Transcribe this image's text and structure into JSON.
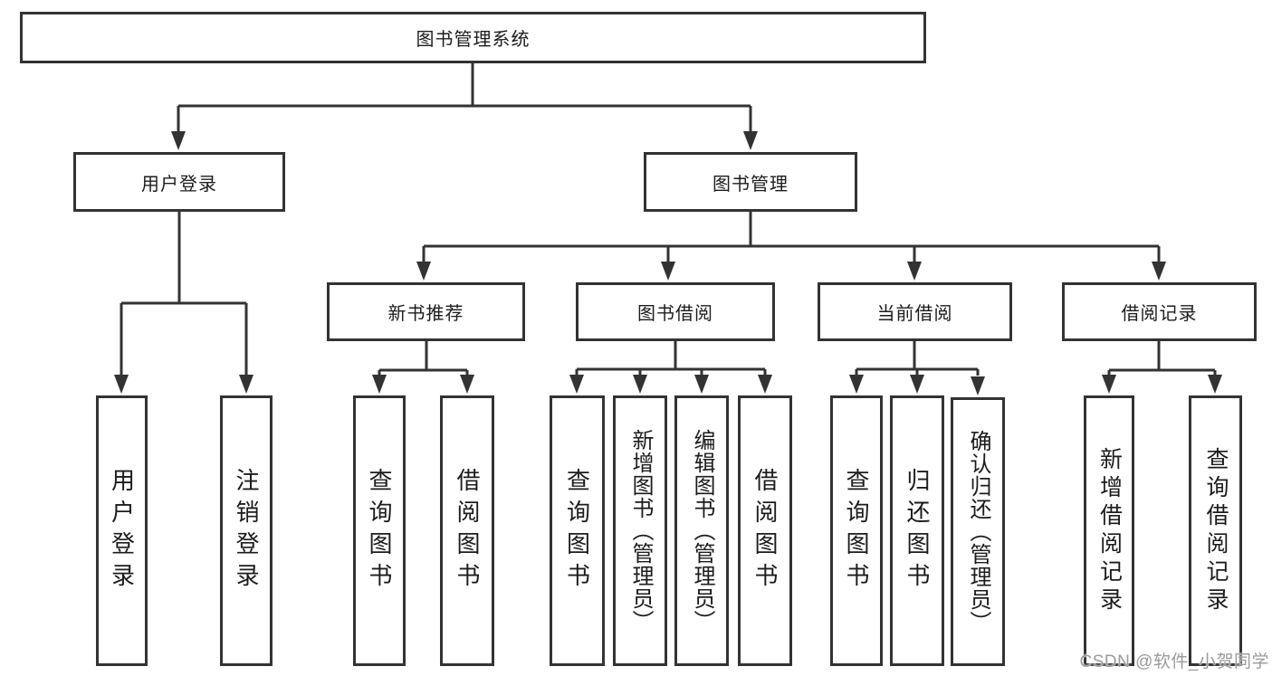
{
  "tree": {
    "root": "图书管理系统",
    "branches": [
      {
        "label": "用户登录",
        "children": [
          "用户登录",
          "注销登录"
        ]
      },
      {
        "label": "图书管理",
        "children": [
          {
            "label": "新书推荐",
            "children": [
              "查询图书",
              "借阅图书"
            ]
          },
          {
            "label": "图书借阅",
            "children": [
              "查询图书",
              "新增图书（管理员）",
              "编辑图书（管理员）",
              "借阅图书"
            ]
          },
          {
            "label": "当前借阅",
            "children": [
              "查询图书",
              "归还图书",
              "确认归还（管理员）"
            ]
          },
          {
            "label": "借阅记录",
            "children": [
              "新增借阅记录",
              "查询借阅记录"
            ]
          }
        ]
      }
    ]
  },
  "watermark": "CSDN @软件_小贺同学",
  "colors": {
    "line": "#333333",
    "text": "#1c1c1c",
    "background": "#ffffff",
    "watermark": "#9b9b9b"
  }
}
